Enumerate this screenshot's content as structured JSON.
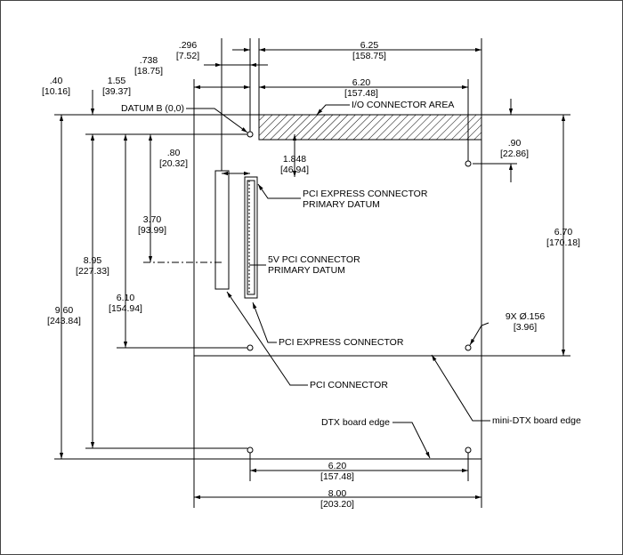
{
  "dimensions": {
    "top_6_25": {
      "value": "6.25",
      "metric": "[158.75]"
    },
    "top_6_20": {
      "value": "6.20",
      "metric": "[157.48]"
    },
    "d_296": {
      "value": ".296",
      "metric": "[7.52]"
    },
    "d_738": {
      "value": ".738",
      "metric": "[18.75]"
    },
    "d_1_55": {
      "value": "1.55",
      "metric": "[39.37]"
    },
    "d_40": {
      "value": ".40",
      "metric": "[10.16]"
    },
    "d_80": {
      "value": ".80",
      "metric": "[20.32]"
    },
    "d_1_848": {
      "value": "1.848",
      "metric": "[46.94]"
    },
    "d_90": {
      "value": ".90",
      "metric": "[22.86]"
    },
    "d_3_70": {
      "value": "3.70",
      "metric": "[93.99]"
    },
    "d_8_95": {
      "value": "8.95",
      "metric": "[227.33]"
    },
    "d_9_60": {
      "value": "9.60",
      "metric": "[243.84]"
    },
    "d_6_10": {
      "value": "6.10",
      "metric": "[154.94]"
    },
    "d_6_70": {
      "value": "6.70",
      "metric": "[170.18]"
    },
    "hole": {
      "value": "9X  Ø.156",
      "metric": "[3.96]"
    },
    "bottom_6_20": {
      "value": "6.20",
      "metric": "[157.48]"
    },
    "bottom_8_00": {
      "value": "8.00",
      "metric": "[203.20]"
    }
  },
  "callouts": {
    "datum_b": "DATUM B (0,0)",
    "io_area": "I/O CONNECTOR AREA",
    "pcie_datum_1": "PCI EXPRESS CONNECTOR",
    "pcie_datum_2": "PRIMARY DATUM",
    "pci5v_datum_1": "5V PCI CONNECTOR",
    "pci5v_datum_2": "PRIMARY DATUM",
    "pcie_connector": "PCI EXPRESS CONNECTOR",
    "pci_connector": "PCI CONNECTOR",
    "dtx_edge": "DTX board edge",
    "minidtx_edge": "mini-DTX board edge"
  },
  "colors": {
    "line": "#000000",
    "hatch": "#000000",
    "background": "#ffffff"
  }
}
